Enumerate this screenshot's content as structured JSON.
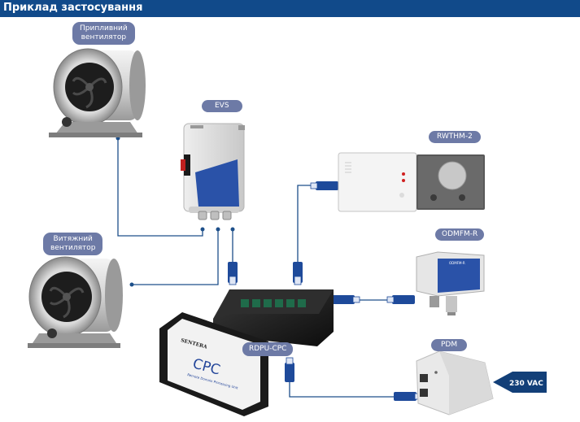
{
  "header": {
    "title": "Приклад застосування"
  },
  "labels": {
    "supply_fan": [
      "Припливний",
      "вентилятор"
    ],
    "evs": "EVS",
    "rwthm": "RWTHM-2",
    "exhaust_fan": [
      "Витяжний",
      "вентилятор"
    ],
    "odmfm": "ODMFM-R",
    "rdpu": "RDPU-CPC",
    "pdm": "PDM",
    "voltage": "230 VAC"
  },
  "device_text": {
    "cpc_brand": "SENTERA",
    "cpc_model": "CPC",
    "cpc_subtitle": "Remote Domain Processing Unit",
    "odmfm_tag": "ODMFM-R"
  },
  "colors": {
    "header_bg": "#114a8a",
    "pill_bg": "#6d7aa6",
    "wire": "#1d4f8a",
    "accent_blue": "#2a52a8",
    "arrow_bg": "#123f78"
  }
}
